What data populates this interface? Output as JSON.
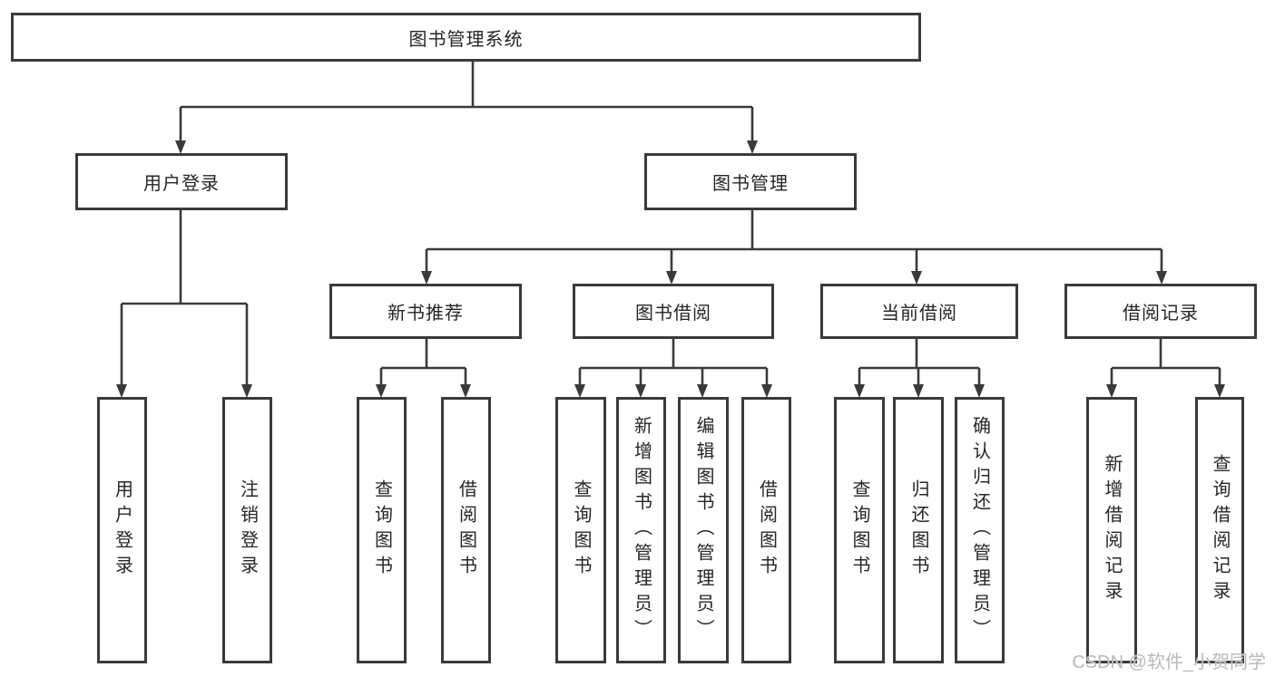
{
  "tree": {
    "label": "图书管理系统",
    "children": [
      {
        "label": "用户登录",
        "children": [
          {
            "label": "用户登录"
          },
          {
            "label": "注销登录"
          }
        ]
      },
      {
        "label": "图书管理",
        "children": [
          {
            "label": "新书推荐",
            "children": [
              {
                "label": "查询图书"
              },
              {
                "label": "借阅图书"
              }
            ]
          },
          {
            "label": "图书借阅",
            "children": [
              {
                "label": "查询图书"
              },
              {
                "label": "新增图书（管理员）"
              },
              {
                "label": "编辑图书（管理员）"
              },
              {
                "label": "借阅图书"
              }
            ]
          },
          {
            "label": "当前借阅",
            "children": [
              {
                "label": "查询图书"
              },
              {
                "label": "归还图书"
              },
              {
                "label": "确认归还（管理员）"
              }
            ]
          },
          {
            "label": "借阅记录",
            "children": [
              {
                "label": "新增借阅记录"
              },
              {
                "label": "查询借阅记录"
              }
            ]
          }
        ]
      }
    ]
  },
  "watermark": {
    "text": "CSDN @软件_小贺同学"
  },
  "colors": {
    "line": "#3a3a3a",
    "text": "#262626",
    "watermark": "#b9b9b9",
    "background": "#ffffff"
  }
}
